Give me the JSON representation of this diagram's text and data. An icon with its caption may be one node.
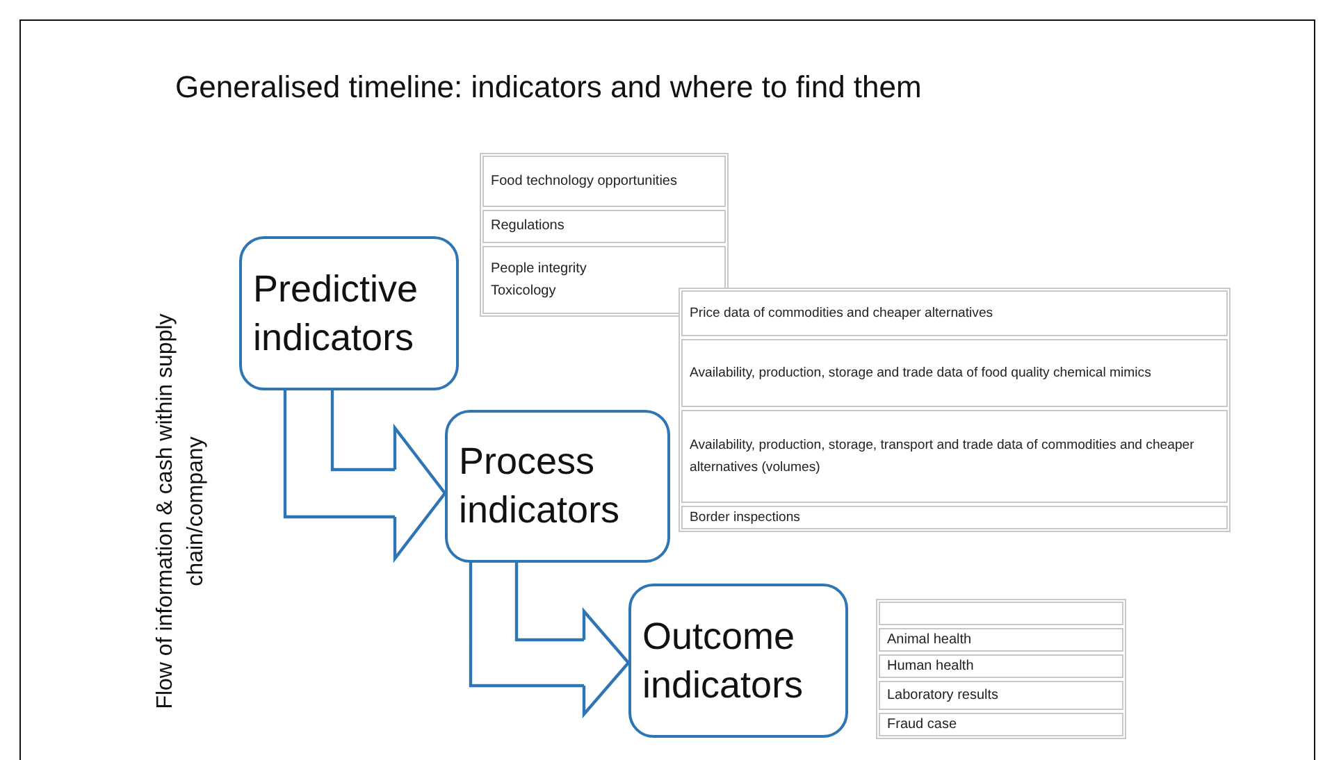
{
  "diagram": {
    "title": "Generalised timeline: indicators and where to find them",
    "nodes": [
      {
        "text": [
          "Predictive indicators"
        ]
      },
      {
        "text": [
          "Process indicators"
        ]
      },
      {
        "text": [
          "Outcome indicators"
        ]
      }
    ],
    "edges": [
      {
        "from": 0,
        "to": 1,
        "arrow": "to"
      },
      {
        "from": 1,
        "to": 2,
        "arrow": "to"
      }
    ],
    "labels": [
      "Flow of information & cash within supply chain/company",
      "Food technology opportunities",
      "Regulations",
      "People integrity",
      "Toxicology",
      "Price data of commodities and cheaper alternatives",
      "Availability, production, storage and trade data of food quality chemical mimics",
      "Availability, production, storage, transport and trade data of commodities and cheaper alternatives (volumes)",
      "Border inspections",
      "Animal health",
      "Human health",
      "Laboratory results",
      "Fraud case"
    ]
  }
}
